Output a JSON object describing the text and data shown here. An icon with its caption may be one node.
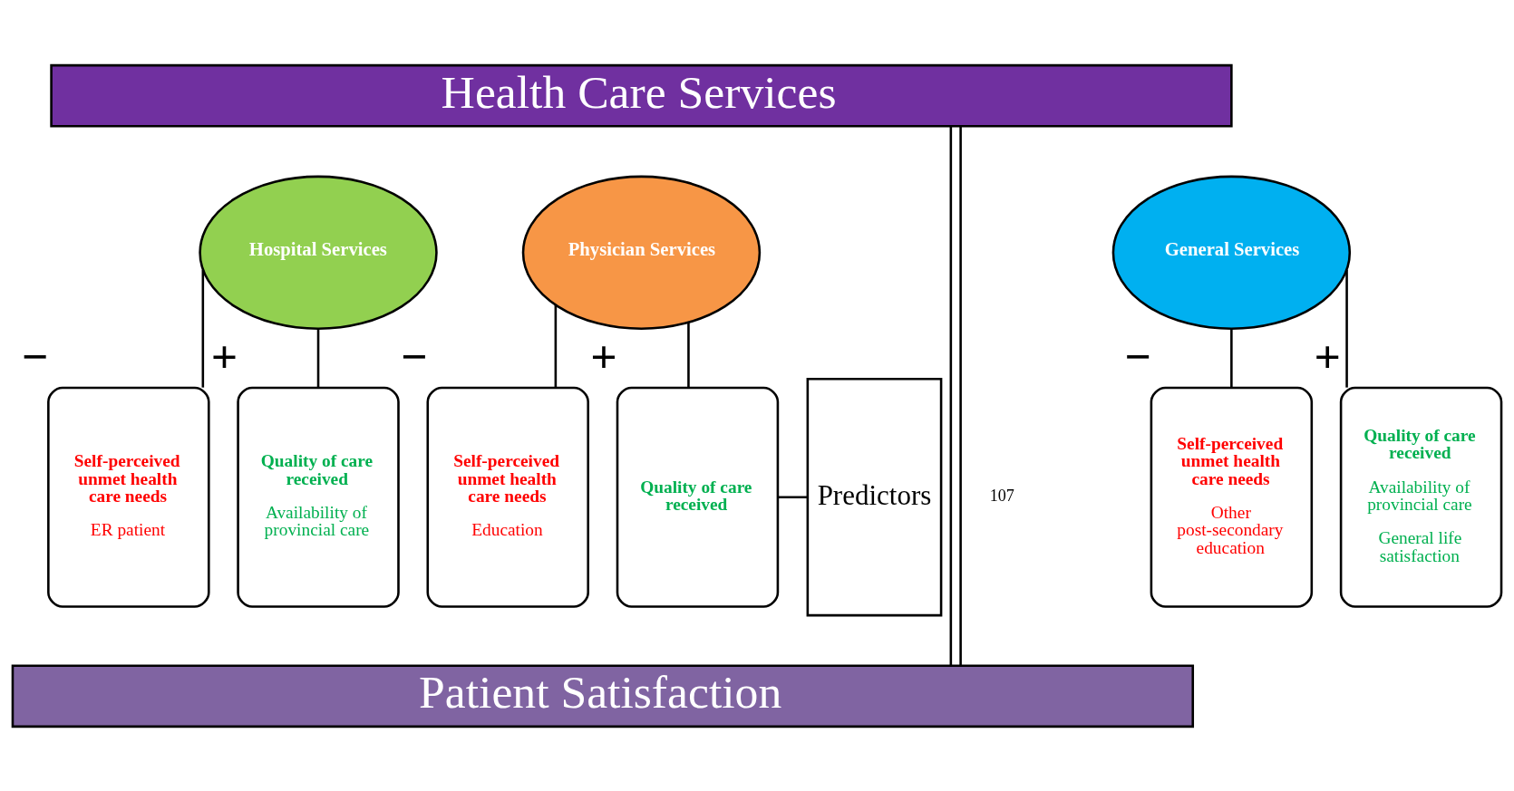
{
  "diagram": {
    "nodes": [
      {
        "text": [
          "Health Care Services"
        ]
      },
      {
        "text": [
          "General Services"
        ]
      },
      {
        "text": [
          "Hospital Services"
        ]
      },
      {
        "text": [
          "Physician Services"
        ]
      },
      {
        "text": [
          "Self-perceived unmet health care needs",
          "Other post-secondary education"
        ],
        "beside": [
          "−"
        ]
      },
      {
        "text": [
          "Quality of care received",
          "Availability of provincial care",
          "General life satisfaction"
        ],
        "beside": [
          "+"
        ]
      },
      {
        "text": [
          "Self-perceived unmet health care needs",
          "ER patient"
        ],
        "beside": [
          "−"
        ]
      },
      {
        "text": [
          "Quality of care received",
          "Availability of provincial care"
        ],
        "beside": [
          "+"
        ]
      },
      {
        "text": [
          "Self-perceived unmet health care needs",
          "Education"
        ],
        "beside": [
          "−"
        ]
      },
      {
        "text": [
          "Quality of care received"
        ],
        "beside": [
          "+"
        ]
      },
      {
        "text": [
          "Patient Satisfaction"
        ]
      },
      {
        "text": [
          "Predictors"
        ]
      }
    ],
    "edges": [
      {
        "from": 1,
        "to": 4,
        "arrow": "none"
      },
      {
        "from": 1,
        "to": 5,
        "arrow": "none"
      },
      {
        "from": 2,
        "to": 6,
        "arrow": "none"
      },
      {
        "from": 2,
        "to": 7,
        "arrow": "none"
      },
      {
        "from": 3,
        "to": 8,
        "arrow": "none"
      },
      {
        "from": 3,
        "to": 9,
        "arrow": "none"
      },
      {
        "from": 0,
        "to": 10,
        "arrow": "none"
      },
      {
        "from": 0,
        "to": 10,
        "arrow": "none"
      },
      {
        "from": 9,
        "to": 11,
        "arrow": "none"
      }
    ],
    "labels": [
      "107"
    ]
  }
}
